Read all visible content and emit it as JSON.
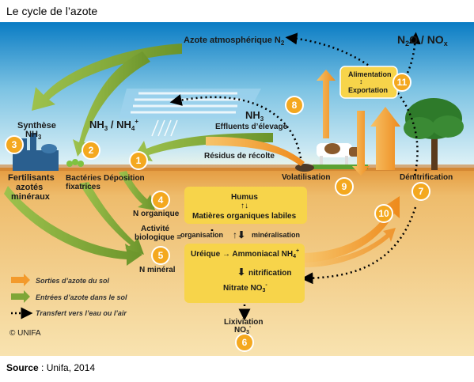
{
  "title": "Le cycle de l’azote",
  "source_label": "Source",
  "source_value": " : Unifa, 2014",
  "copyright": "© UNIFA",
  "atmosphere": {
    "label": "Azote atmosphérique N",
    "sub": "2"
  },
  "n2o_nox": {
    "a": "N",
    "a_sub": "2",
    "b": "O / NO",
    "b_sub": "x"
  },
  "synthese": {
    "line1": "Synthèse",
    "line2": "NH",
    "sub": "3"
  },
  "nh3_nh4": {
    "a": "NH",
    "a_sub": "3",
    "b": " / NH",
    "b_sub": "4",
    "sup": "+"
  },
  "effluents": {
    "line1": "NH",
    "sub": "3",
    "line2": "Effluents d’élevage"
  },
  "residus": "Résidus de récolte",
  "volatilisation": "Volatilisation",
  "denitrification": "Dénitrification",
  "fertilisants": [
    "Fertilisants",
    "azotés",
    "minéraux"
  ],
  "bacteries": [
    "Bactéries",
    "fixatrices"
  ],
  "deposition": "Déposition",
  "n_organique": "N organique",
  "n_mineral": "N minéral",
  "activite": [
    "Activité",
    "biologique ="
  ],
  "humus_box": {
    "humus": "Humus",
    "matieres": "Matières organiques labiles"
  },
  "organisation": "organisation",
  "mineralisation": "minéralisation",
  "mineral_box": {
    "ureique": "Uréique",
    "ammoniacal": "Ammoniacal NH",
    "ammoniacal_sub": "4",
    "ammoniacal_sup": "+",
    "nitrification": "nitrification",
    "nitrate": "Nitrate NO",
    "nitrate_sub": "3",
    "nitrate_sup": "-"
  },
  "alimentation_box": {
    "alimentation": "Alimentation",
    "exportation": "Exportation"
  },
  "lixiviation": {
    "line1": "Lixiviation",
    "line2": "NO",
    "sub": "3",
    "sup": "-"
  },
  "numbers": [
    "1",
    "2",
    "3",
    "4",
    "5",
    "6",
    "7",
    "8",
    "9",
    "10",
    "11"
  ],
  "legend": [
    {
      "label": "Sorties d’azote du sol",
      "color": "#f39a2b"
    },
    {
      "label": "Entrées d’azote dans le sol",
      "color": "#7fa637"
    },
    {
      "label": "Transfert vers l’eau ou l’air",
      "color": "#000000"
    }
  ],
  "colors": {
    "sky_top": "#0a7cc4",
    "sky_bottom": "#d8f0f6",
    "soil": "#e9b461",
    "orange": "#f39a2b",
    "green": "#7fa637",
    "box_yellow": "#f7d44a",
    "circle": "#f4a81f"
  }
}
